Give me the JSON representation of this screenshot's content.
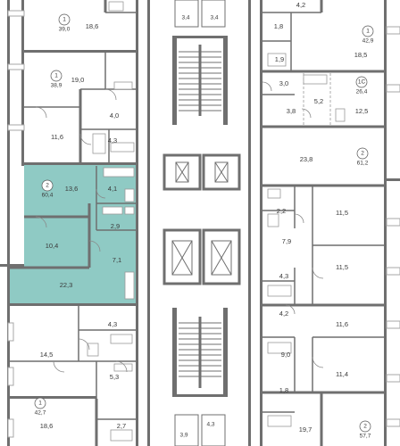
{
  "colors": {
    "highlight": "#8fcac4",
    "walls": "#6f6f6f"
  },
  "apartments": {
    "a1": {
      "rooms": "1",
      "area": "39,0"
    },
    "a2": {
      "rooms": "1",
      "area": "38,9"
    },
    "a3": {
      "rooms": "2",
      "area": "60,4"
    },
    "a4": {
      "rooms": "1",
      "area": "42,7"
    },
    "a5": {
      "rooms": "1",
      "area": "42,9"
    },
    "a6": {
      "rooms": "1С",
      "area": "26,4"
    },
    "a7": {
      "rooms": "2",
      "area": "61,2"
    },
    "a8": {
      "rooms": "2",
      "area": "57,7"
    }
  },
  "rooms": {
    "r_18_6a": "18,6",
    "r_19_0": "19,0",
    "r_4_0": "4,0",
    "r_11_6a": "11,6",
    "r_4_3a": "4,3",
    "r_13_6": "13,6",
    "r_4_1a": "4,1",
    "r_2_9": "2,9",
    "r_10_4": "10,4",
    "r_7_1": "7,1",
    "r_22_3": "22,3",
    "r_4_3b": "4,3",
    "r_14_5": "14,5",
    "r_5_3": "5,3",
    "r_18_6b": "18,6",
    "r_2_7": "2,7",
    "r_3_4a": "3,4",
    "r_3_4b": "3,4",
    "r_3_9": "3,9",
    "r_4_3c": "4,3",
    "r_4_2a": "4,2",
    "r_1_8a": "1,8",
    "r_18_5": "18,5",
    "r_1_9": "1,9",
    "r_3_0": "3,0",
    "r_5_2": "5,2",
    "r_3_8": "3,8",
    "r_12_5": "12,5",
    "r_23_8": "23,8",
    "r_2_2": "2,2",
    "r_11_5a": "11,5",
    "r_7_9": "7,9",
    "r_11_5b": "11,5",
    "r_4_3d": "4,3",
    "r_4_2b": "4,2",
    "r_11_6b": "11,6",
    "r_9_0": "9,0",
    "r_11_4": "11,4",
    "r_1_8b": "1,8",
    "r_19_7": "19,7"
  }
}
